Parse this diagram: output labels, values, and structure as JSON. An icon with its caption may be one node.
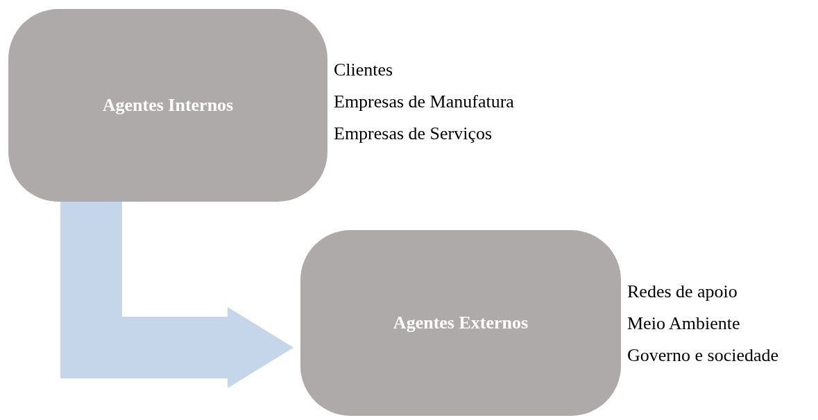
{
  "diagram": {
    "nodes": [
      {
        "text": [
          "Agentes Internos"
        ],
        "beside": [
          "Clientes",
          "Empresas de Manufatura",
          "Empresas de Serviços"
        ]
      },
      {
        "text": [
          "Agentes Externos"
        ],
        "beside": [
          "Redes de apoio",
          "Meio Ambiente",
          "Governo e sociedade"
        ]
      }
    ],
    "edges": [
      {
        "from": 0,
        "to": 1,
        "arrow": "to",
        "style": "thick",
        "color": "#c5d5ea"
      }
    ]
  }
}
